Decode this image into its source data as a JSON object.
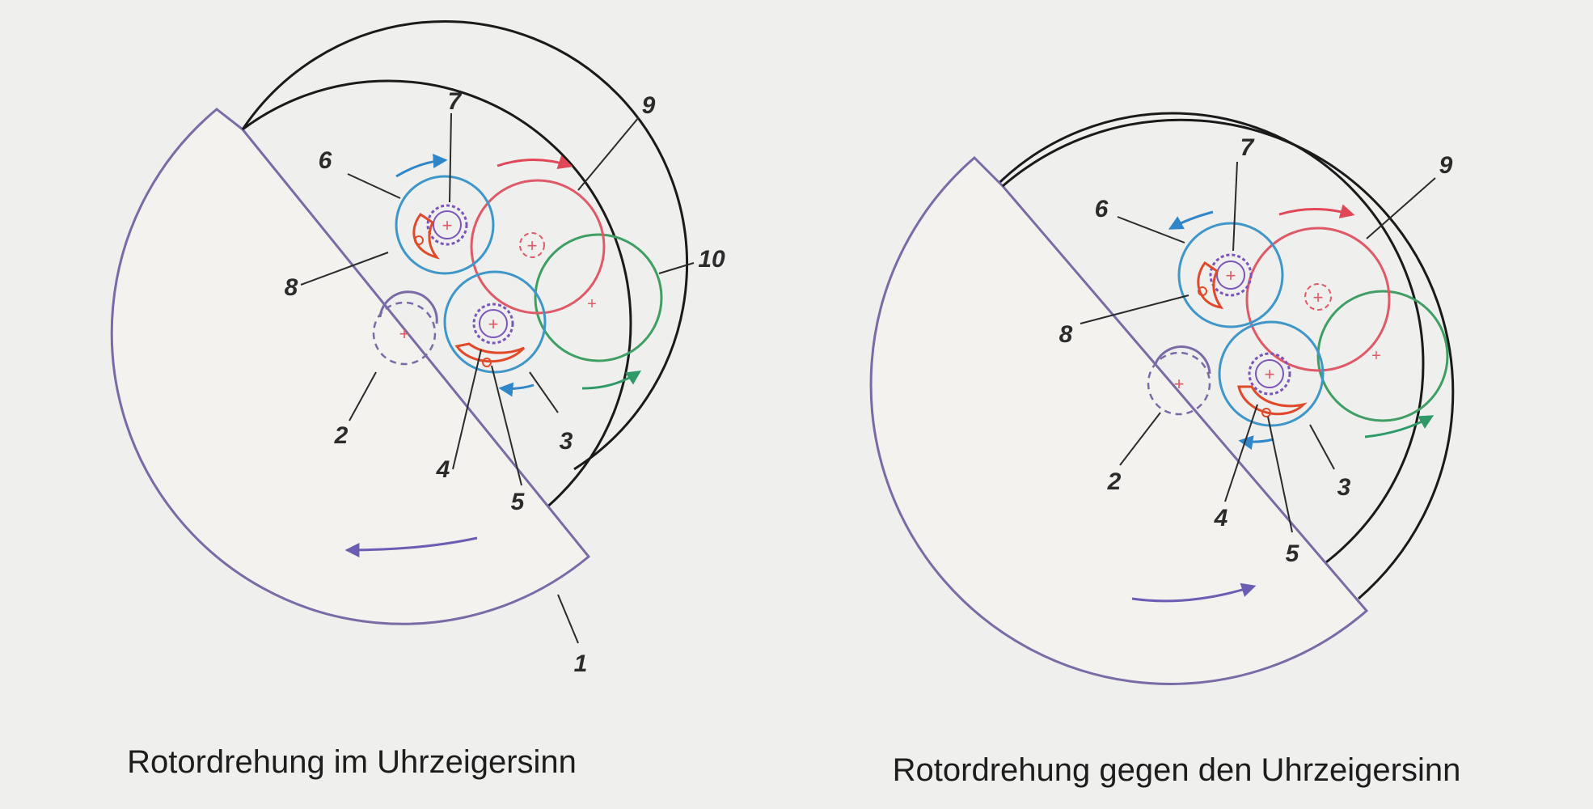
{
  "diagrams": [
    {
      "caption": "Rotordrehung im Uhrzeigersinn",
      "labels": [
        "1",
        "2",
        "3",
        "4",
        "5",
        "6",
        "7",
        "8",
        "9",
        "10"
      ]
    },
    {
      "caption": "Rotordrehung gegen den Uhrzeigersinn",
      "labels": [
        "2",
        "3",
        "4",
        "5",
        "6",
        "7",
        "8",
        "9"
      ]
    }
  ],
  "colors": {
    "outline": "#1a1a1a",
    "rotor": "#7a6aa6",
    "gear_blue": "#3f96c8",
    "gear_red": "#de5a66",
    "gear_green": "#3f9f63",
    "pawl": "#e04a2a",
    "ratchet": "#7b55b8",
    "arrow_blue": "#2f86c8",
    "arrow_red": "#e04858",
    "arrow_green": "#2f9a68",
    "arrow_purple": "#6b5cb4"
  }
}
